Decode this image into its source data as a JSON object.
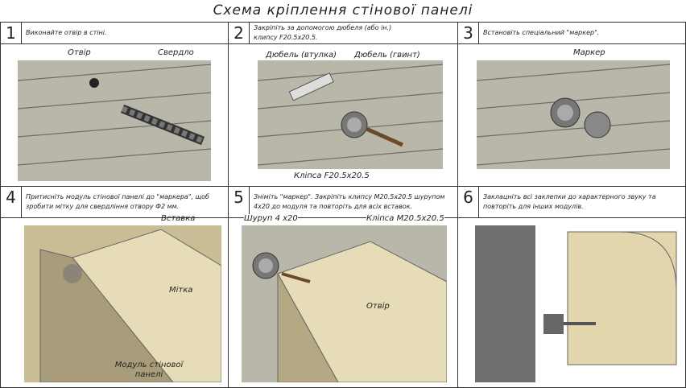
{
  "title": "Схема кріплення стінової панелі",
  "steps": [
    {
      "num": "1",
      "text": "Виконайте отвір в стіні.",
      "labels": [
        "Отвір",
        "Свердло"
      ]
    },
    {
      "num": "2",
      "text": "Закріпіть за допомогою дюбеля (або ін.) клипсу F20.5x20.5.",
      "labels": [
        "Дюбель (втулка)",
        "Дюбель (гвинт)",
        "Кліпса F20.5x20.5"
      ]
    },
    {
      "num": "3",
      "text": "Встановіть спеціальний \"маркер\".",
      "labels": [
        "Маркер"
      ]
    },
    {
      "num": "4",
      "text": "Притисніть модуль стінової панелі до \"маркера\", щоб зробити мітку для свердління отвору Ф2 мм.",
      "labels": [
        "Вставка",
        "Мітка",
        "Модуль стінової панелі"
      ]
    },
    {
      "num": "5",
      "text": "Зніміть \"маркер\". Закріпіть клипсу M20.5x20.5 шурупом 4x20 до модуля та повторіть для всіх вставок.",
      "labels": [
        "Шуруп 4 x20",
        "Кліпса M20.5x20.5",
        "Отвір"
      ]
    },
    {
      "num": "6",
      "text": "Заклацніть всі заклепки до характерного звуку та повторіть для інших модулів.",
      "labels": []
    }
  ]
}
